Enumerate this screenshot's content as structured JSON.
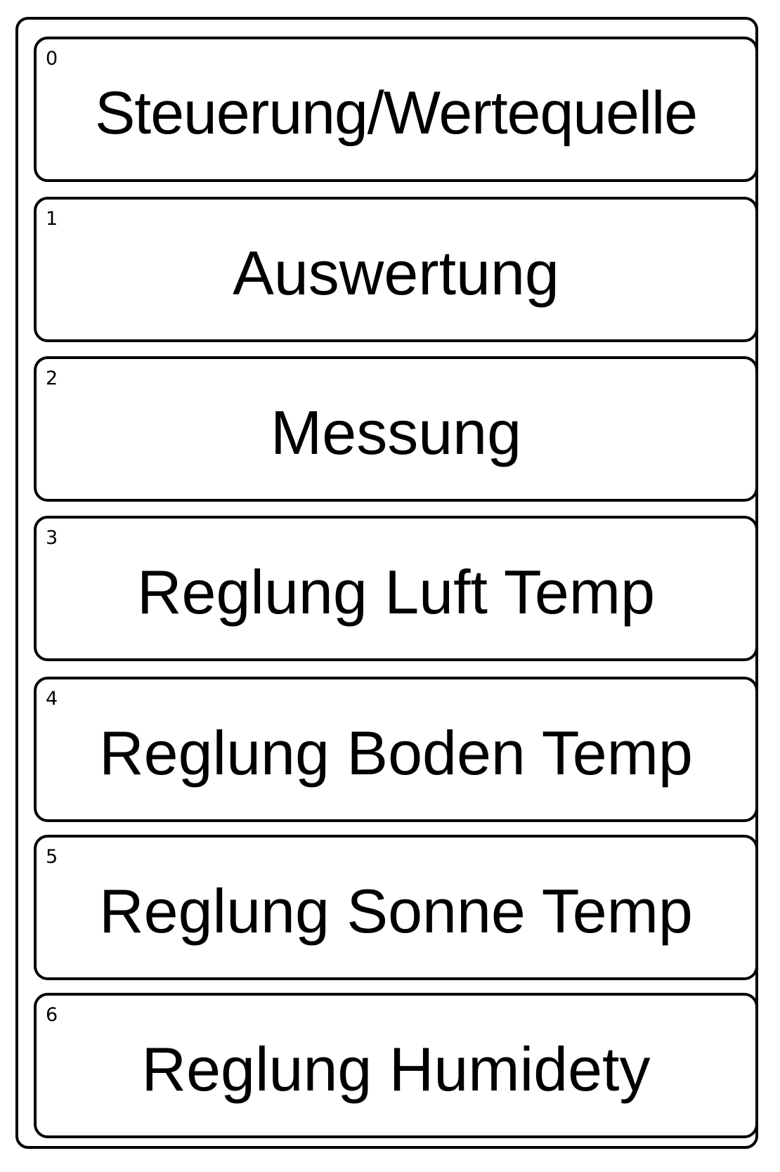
{
  "layers": [
    {
      "index": "0",
      "label": "Steuerung/Wertequelle"
    },
    {
      "index": "1",
      "label": "Auswertung"
    },
    {
      "index": "2",
      "label": "Messung"
    },
    {
      "index": "3",
      "label": "Reglung Luft Temp"
    },
    {
      "index": "4",
      "label": "Reglung Boden Temp"
    },
    {
      "index": "5",
      "label": "Reglung Sonne Temp"
    },
    {
      "index": "6",
      "label": "Reglung Humidety"
    }
  ]
}
